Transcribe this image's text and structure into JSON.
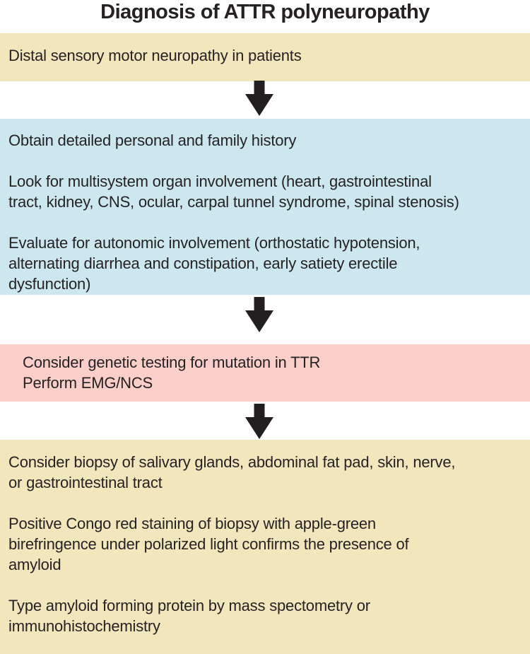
{
  "title": "Diagnosis of ATTR polyneuropathy",
  "colors": {
    "tan": "#F2E7BC",
    "blue": "#CDE7EF",
    "pink": "#FACFC9",
    "arrow": "#231F20",
    "text": "#262224",
    "background": "#FFFFFF"
  },
  "flow": {
    "boxes": [
      {
        "name": "presentation",
        "color_key": "tan",
        "paragraphs": [
          {
            "lines": [
              "Distal sensory motor neuropathy in patients"
            ]
          }
        ]
      },
      {
        "name": "history-and-evaluation",
        "color_key": "blue",
        "paragraphs": [
          {
            "lines": [
              "Obtain detailed personal and family history"
            ]
          },
          {
            "lines": [
              "Look for multisystem organ involvement (heart, gastrointestinal",
              "tract, kidney, CNS, ocular, carpal tunnel syndrome, spinal stenosis)"
            ]
          },
          {
            "lines": [
              "Evaluate for autonomic involvement (orthostatic hypotension,",
              "alternating diarrhea and constipation, early satiety erectile",
              "dysfunction)"
            ]
          }
        ]
      },
      {
        "name": "genetic-testing",
        "color_key": "pink",
        "paragraphs": [
          {
            "lines": [
              "Consider genetic testing for mutation in TTR",
              "Perform EMG/NCS"
            ]
          }
        ]
      },
      {
        "name": "biopsy-confirmation",
        "color_key": "tan",
        "paragraphs": [
          {
            "lines": [
              "Consider biopsy of salivary glands, abdominal fat pad, skin, nerve,",
              "or gastrointestinal tract"
            ]
          },
          {
            "lines": [
              "Positive Congo red staining of biopsy with apple-green",
              "birefringence under polarized light confirms the presence of",
              "amyloid"
            ]
          },
          {
            "lines": [
              "Type amyloid forming protein by mass spectometry or",
              "immunohistochemistry"
            ]
          }
        ]
      }
    ]
  }
}
